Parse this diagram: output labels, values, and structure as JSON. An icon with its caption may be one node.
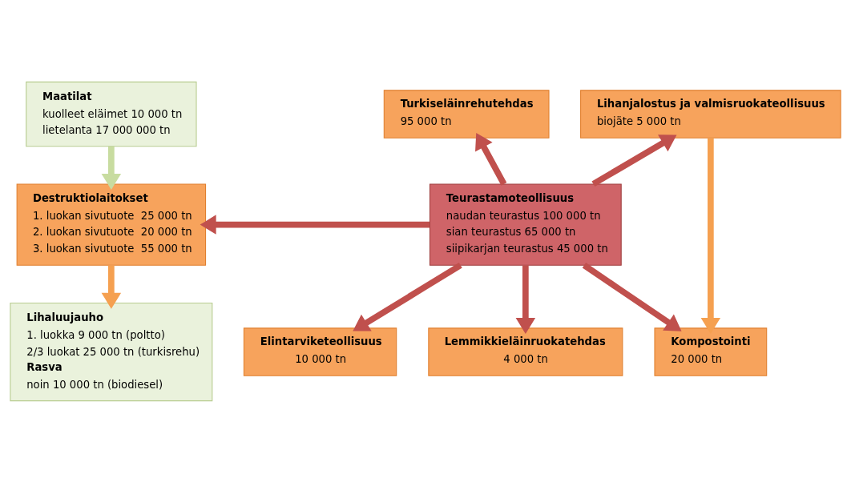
{
  "diagram": {
    "nodes": [
      {
        "text": [
          "Maatilat",
          "kuolleet eläimet 10 000 tn",
          "lietelanta 17 000 000 tn"
        ]
      },
      {
        "text": [
          "Destruktiolaitokset",
          "1. luokan sivutuote  25 000 tn",
          "2. luokan sivutuote  20 000 tn",
          "3. luokan sivutuote  55 000 tn"
        ]
      },
      {
        "text": [
          "Lihaluujauho",
          "1. luokka 9 000 tn (poltto)",
          "2/3 luokat 25 000 tn (turkisrehu)",
          "Rasva",
          "noin 10 000 tn (biodiesel)"
        ]
      },
      {
        "text": [
          "Teurastamoteollisuus",
          "naudan teurastus 100 000 tn",
          "sian teurastus 65 000 tn",
          "siipikarjan teurastus 45 000 tn"
        ]
      },
      {
        "text": [
          "Turkiseläinrehutehdas",
          "95 000 tn"
        ]
      },
      {
        "text": [
          "Lihanjalostus ja valmisruokateollisuus",
          "biojäte 5 000 tn"
        ]
      },
      {
        "text": [
          "Kompostointi",
          "20 000 tn"
        ]
      },
      {
        "text": [
          "Lemmikkieläinruokatehdas",
          "4 000 tn"
        ]
      },
      {
        "text": [
          "Elintarviketeollisuus",
          "10 000 tn"
        ]
      }
    ],
    "edges": [
      {
        "from": 0,
        "to": 1,
        "arrow": "to",
        "color": "#c8dca0"
      },
      {
        "from": 1,
        "to": 2,
        "arrow": "to",
        "color": "#f5a050"
      },
      {
        "from": 3,
        "to": 1,
        "arrow": "to"
      },
      {
        "from": 3,
        "to": 4,
        "arrow": "to"
      },
      {
        "from": 3,
        "to": 5,
        "arrow": "to"
      },
      {
        "from": 5,
        "to": 6,
        "arrow": "to",
        "color": "#f5a050"
      },
      {
        "from": 3,
        "to": 6,
        "arrow": "to"
      },
      {
        "from": 3,
        "to": 7,
        "arrow": "to"
      },
      {
        "from": 3,
        "to": 8,
        "arrow": "to"
      }
    ]
  }
}
